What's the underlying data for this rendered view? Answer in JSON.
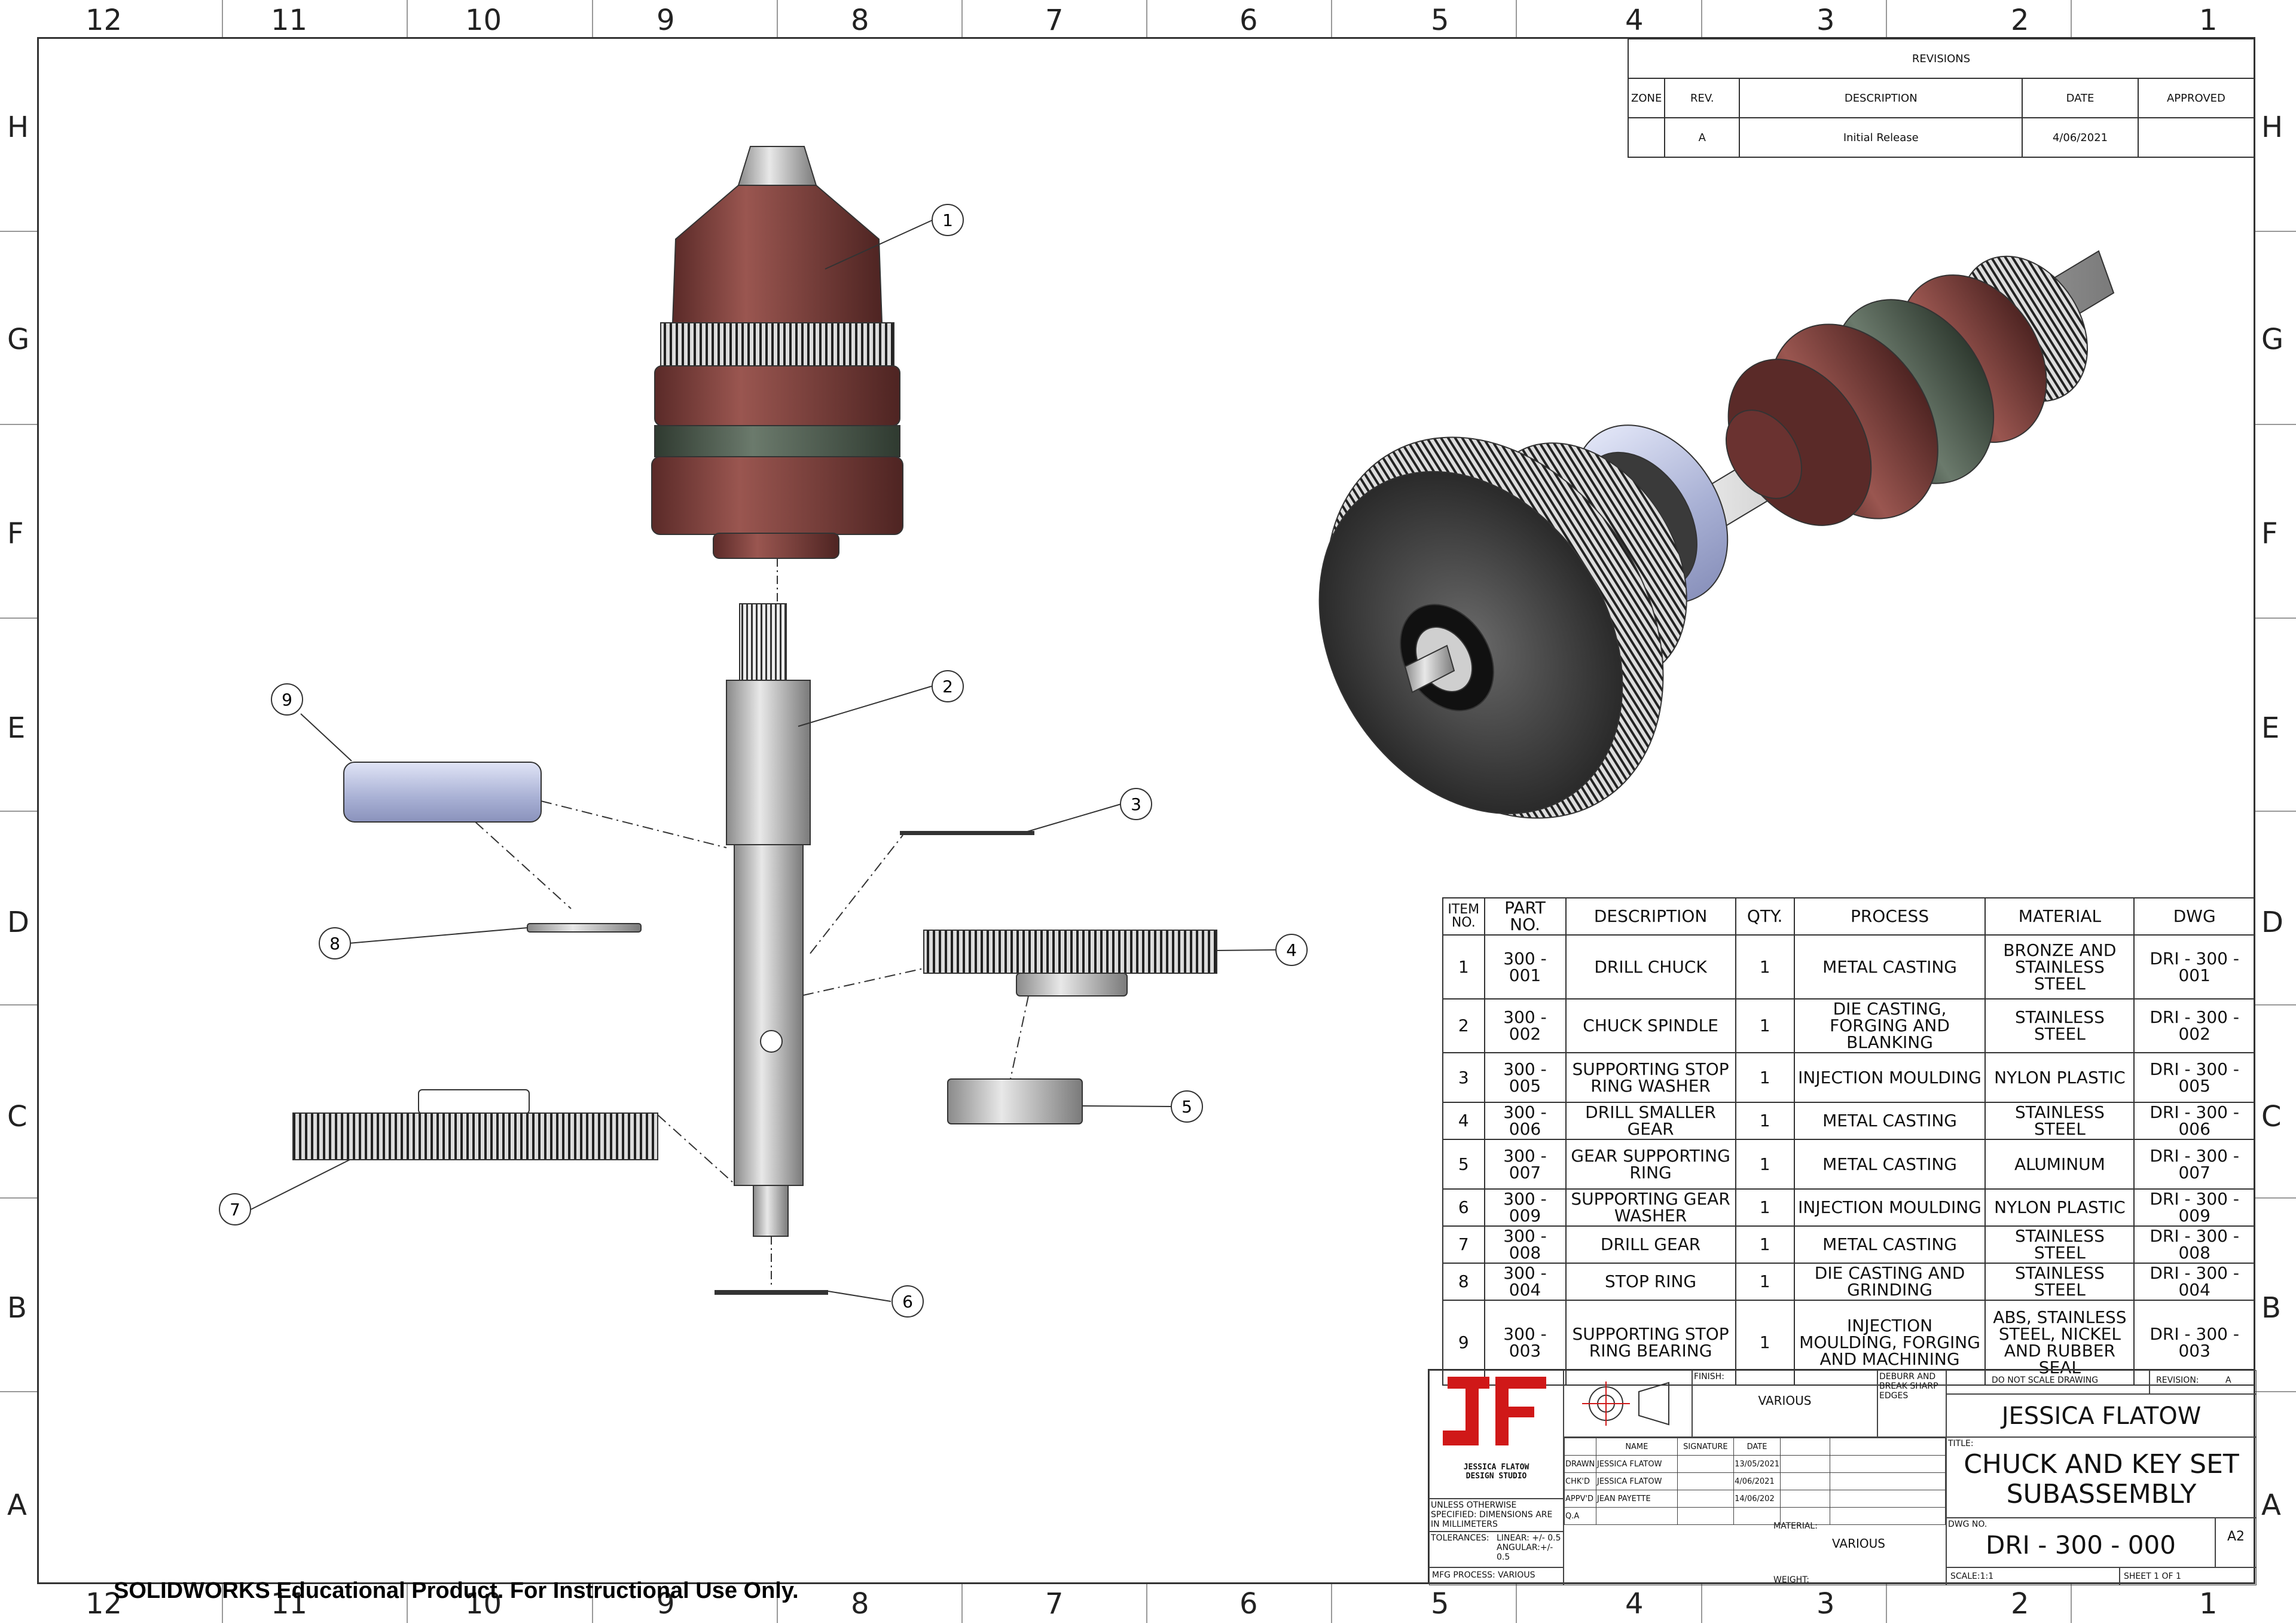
{
  "zones": {
    "columns": [
      "12",
      "11",
      "10",
      "9",
      "8",
      "7",
      "6",
      "5",
      "4",
      "3",
      "2",
      "1"
    ],
    "rows": [
      "H",
      "G",
      "F",
      "E",
      "D",
      "C",
      "B",
      "A"
    ]
  },
  "revisions": {
    "title": "REVISIONS",
    "headers": [
      "ZONE",
      "REV.",
      "DESCRIPTION",
      "DATE",
      "APPROVED"
    ],
    "rows": [
      [
        "",
        "A",
        "Initial Release",
        "4/06/2021",
        ""
      ]
    ]
  },
  "balloons": [
    "1",
    "2",
    "3",
    "4",
    "5",
    "6",
    "7",
    "8",
    "9"
  ],
  "bom": {
    "headers": [
      "ITEM NO.",
      "PART NO.",
      "DESCRIPTION",
      "QTY.",
      "PROCESS",
      "MATERIAL",
      "DWG"
    ],
    "rows": [
      [
        "1",
        "300 - 001",
        "DRILL CHUCK",
        "1",
        "METAL CASTING",
        "BRONZE AND STAINLESS STEEL",
        "DRI - 300 - 001"
      ],
      [
        "2",
        "300 - 002",
        "CHUCK SPINDLE",
        "1",
        "DIE CASTING, FORGING AND BLANKING",
        "STAINLESS STEEL",
        "DRI - 300 - 002"
      ],
      [
        "3",
        "300 - 005",
        "SUPPORTING STOP RING WASHER",
        "1",
        "INJECTION MOULDING",
        "NYLON PLASTIC",
        "DRI - 300 - 005"
      ],
      [
        "4",
        "300 - 006",
        "DRILL SMALLER GEAR",
        "1",
        "METAL CASTING",
        "STAINLESS STEEL",
        "DRI - 300 - 006"
      ],
      [
        "5",
        "300 - 007",
        "GEAR SUPPORTING RING",
        "1",
        "METAL CASTING",
        "ALUMINUM",
        "DRI - 300 - 007"
      ],
      [
        "6",
        "300 - 009",
        "SUPPORTING GEAR WASHER",
        "1",
        "INJECTION MOULDING",
        "NYLON PLASTIC",
        "DRI - 300 - 009"
      ],
      [
        "7",
        "300 - 008",
        "DRILL GEAR",
        "1",
        "METAL CASTING",
        "STAINLESS STEEL",
        "DRI - 300 - 008"
      ],
      [
        "8",
        "300 - 004",
        "STOP RING",
        "1",
        "DIE CASTING AND GRINDING",
        "STAINLESS STEEL",
        "DRI - 300 - 004"
      ],
      [
        "9",
        "300 - 003",
        "SUPPORTING STOP RING BEARING",
        "1",
        "INJECTION MOULDING, FORGING AND MACHINING",
        "ABS, STAINLESS STEEL, NICKEL AND RUBBER SEAL",
        "DRI - 300 - 003"
      ]
    ]
  },
  "title_block": {
    "logo_text_1": "JESSICA FLATOW",
    "logo_text_2": "DESIGN STUDIO",
    "finish_label": "FINISH:",
    "finish_value": "VARIOUS",
    "deburr": "DEBURR AND BREAK SHARP EDGES",
    "do_not_scale": "DO NOT SCALE DRAWING",
    "revision_label": "REVISION:",
    "revision_value": "A",
    "company": "JESSICA FLATOW",
    "title_label": "TITLE:",
    "title_line1": "CHUCK AND KEY SET",
    "title_line2": "SUBASSEMBLY",
    "name_header": "NAME",
    "signature_header": "SIGNATURE",
    "date_header": "DATE",
    "approvals": [
      {
        "role": "DRAWN",
        "name": "JESSICA FLATOW",
        "date": "13/05/2021"
      },
      {
        "role": "CHK'D",
        "name": "JESSICA FLATOW",
        "date": "4/06/2021"
      },
      {
        "role": "APPV'D",
        "name": "JEAN PAYETTE",
        "date": "14/06/202"
      },
      {
        "role": "Q.A",
        "name": "",
        "date": ""
      }
    ],
    "unless": "UNLESS OTHERWISE SPECIFIED: DIMENSIONS ARE IN MILLIMETERS",
    "tolerances_label": "TOLERANCES:",
    "tolerances_value_1": "LINEAR: +/- 0.5",
    "tolerances_value_2": "ANGULAR:+/- 0.5",
    "mfg_process": "MFG PROCESS: VARIOUS",
    "material_label": "MATERIAL:",
    "material_value": "VARIOUS",
    "dwg_no_label": "DWG NO.",
    "dwg_no_value": "DRI - 300 - 000",
    "size": "A2",
    "weight_label": "WEIGHT:",
    "scale": "SCALE:1:1",
    "sheet": "SHEET 1 OF 1"
  },
  "watermark": "SOLIDWORKS Educational Product. For Instructional Use Only.",
  "colors": {
    "chuck_body": "#7a3b38",
    "chuck_band": "#4a5a4c",
    "steel": "#c8c8c8",
    "bearing": "#b8c0e0",
    "gear_dark": "#333333",
    "logo_red": "#d01818"
  }
}
